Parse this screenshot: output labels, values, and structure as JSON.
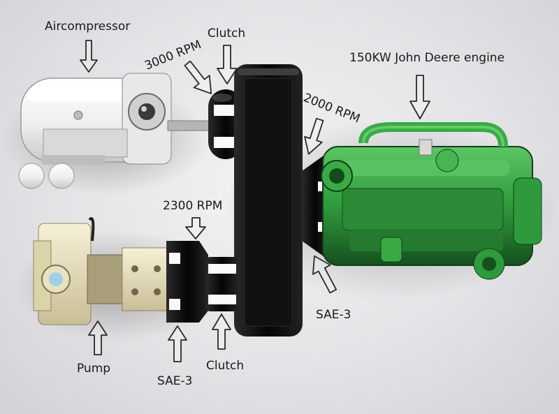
{
  "labels": {
    "aircompressor": "Aircompressor",
    "clutch_top": "Clutch",
    "rpm_3000": "3000 RPM",
    "engine": "150KW John Deere engine",
    "rpm_2000": "2000 RPM",
    "rpm_2300": "2300 RPM",
    "sae_right": "SAE-3",
    "pump": "Pump",
    "sae_bottom": "SAE-3",
    "clutch_bottom": "Clutch"
  },
  "colors": {
    "engine_green": "#2f9a3c",
    "engine_dark": "#16501f",
    "housing_black": "#0c0c0c",
    "compressor_white": "#f4f4f4",
    "pump_cream": "#e6dfc0",
    "pump_window": "#9fd0e8"
  }
}
